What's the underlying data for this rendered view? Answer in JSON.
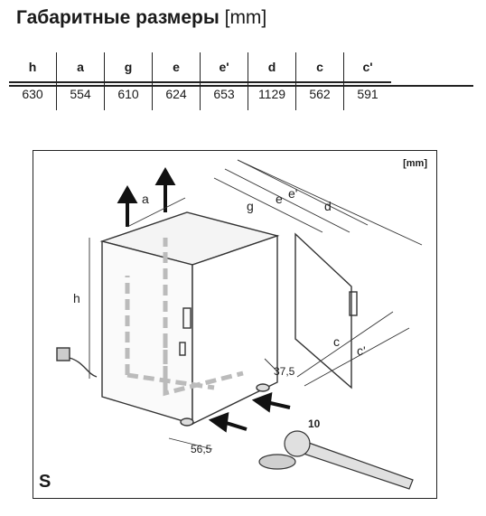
{
  "title": {
    "main": "Габаритные размеры",
    "unit": "[mm]"
  },
  "table": {
    "headers": [
      "h",
      "a",
      "g",
      "e",
      "e'",
      "d",
      "c",
      "c'"
    ],
    "values": [
      "630",
      "554",
      "610",
      "624",
      "653",
      "1129",
      "562",
      "591"
    ]
  },
  "drawing": {
    "unit_label": "[mm]",
    "section_letter": "S",
    "labels": {
      "a": "a",
      "g": "g",
      "e": "e",
      "e_prime": "e'",
      "d": "d",
      "h": "h",
      "c": "c",
      "c_prime": "c'",
      "dim_37_5": "37,5",
      "dim_56_5": "56,5",
      "dim_10": "10"
    }
  }
}
